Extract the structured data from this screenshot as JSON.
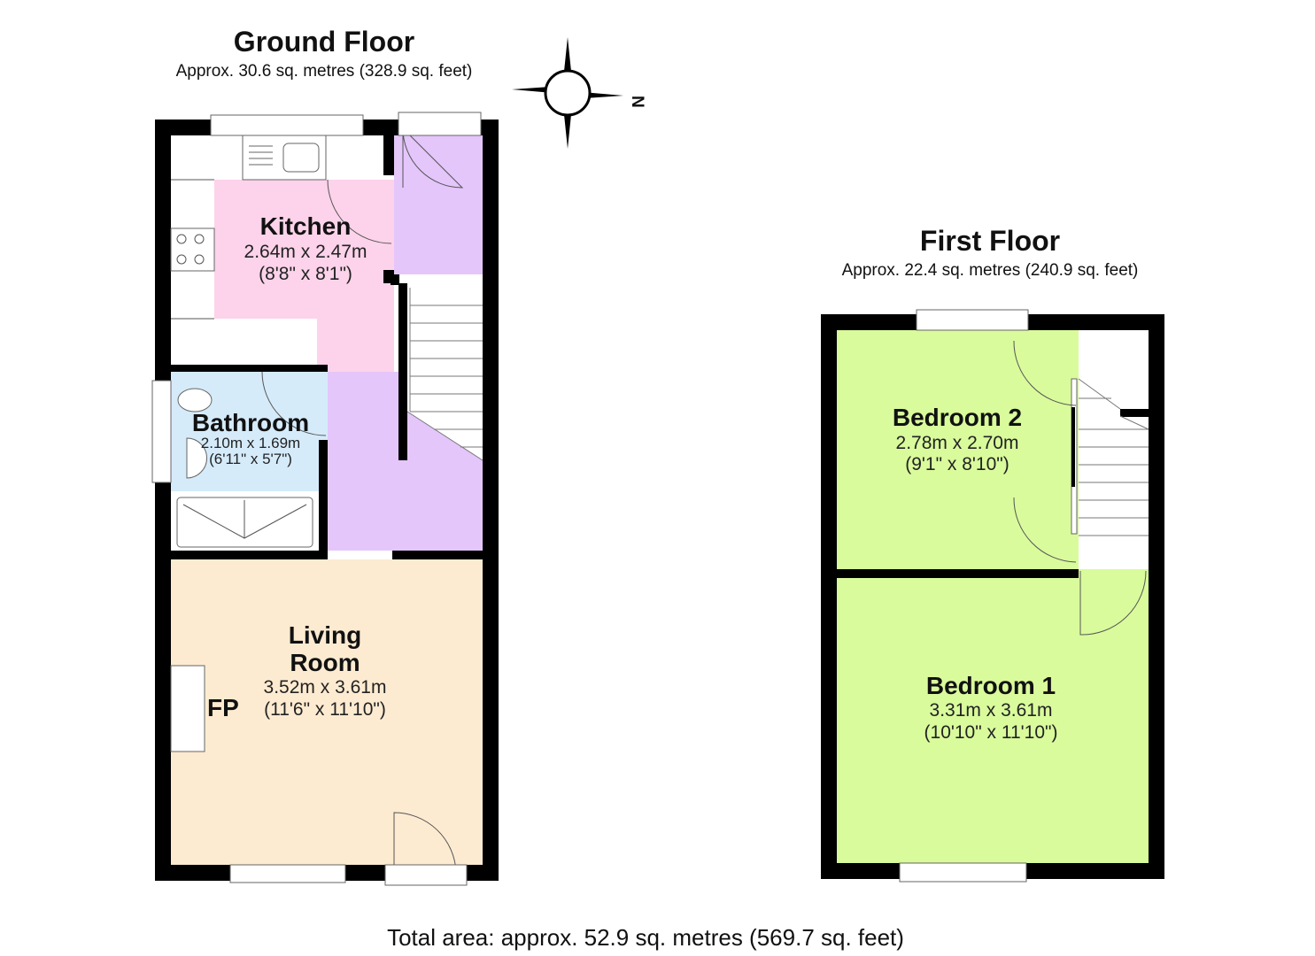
{
  "ground_floor": {
    "title": "Ground Floor",
    "area": "Approx. 30.6 sq. metres (328.9 sq. feet)",
    "rooms": [
      {
        "name": "Kitchen",
        "metric": "2.64m x 2.47m",
        "imperial": "(8'8\" x 8'1\")",
        "color": "#fcd3ea"
      },
      {
        "name": "Bathroom",
        "metric": "2.10m x 1.69m",
        "imperial": "(6'11\" x 5'7\")",
        "color": "#d5ebfa"
      },
      {
        "name_line1": "Living",
        "name_line2": "Room",
        "metric": "3.52m x 3.61m",
        "imperial": "(11'6\" x 11'10\")",
        "color": "#fdebd1"
      }
    ],
    "hall_color": "#e4c6fb",
    "fireplace_label": "FP"
  },
  "first_floor": {
    "title": "First Floor",
    "area": "Approx. 22.4 sq. metres (240.9 sq. feet)",
    "rooms": [
      {
        "name": "Bedroom 2",
        "metric": "2.78m x 2.70m",
        "imperial": "(9'1\" x 8'10\")",
        "color": "#d9fb9c"
      },
      {
        "name": "Bedroom 1",
        "metric": "3.31m x 3.61m",
        "imperial": "(10'10\" x 11'10\")",
        "color": "#d9fb9c"
      }
    ]
  },
  "compass": {
    "label": "N"
  },
  "total_area": "Total area: approx. 52.9 sq. metres (569.7 sq. feet)"
}
